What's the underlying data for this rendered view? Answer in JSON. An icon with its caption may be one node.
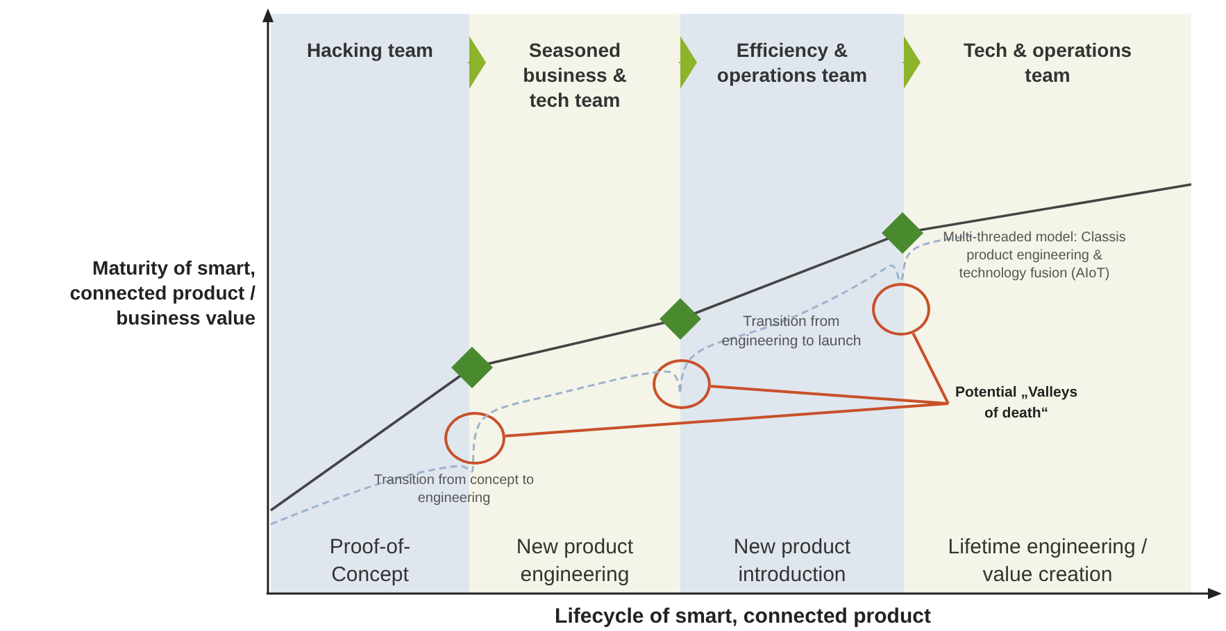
{
  "diagram": {
    "nodes": [
      {
        "text": [
          "Hacking team",
          "Proof-of-Concept"
        ]
      },
      {
        "text": [
          "Seasoned business & tech team",
          "New product engineering"
        ]
      },
      {
        "text": [
          "Efficiency & operations team",
          "New product introduction"
        ]
      },
      {
        "text": [
          "Tech & operations team",
          "Lifetime engineering / value creation"
        ]
      },
      {
        "text": [
          "Potential „Valleys of death“"
        ],
        "in": 3
      },
      {
        "text": [],
        "shape": "circle"
      },
      {
        "text": [],
        "shape": "circle"
      },
      {
        "text": [],
        "shape": "circle"
      }
    ],
    "edges": [
      {
        "from": 0,
        "to": 1,
        "arrow": "to",
        "color": "#8db32b"
      },
      {
        "from": 1,
        "to": 2,
        "arrow": "to",
        "color": "#8db32b"
      },
      {
        "from": 2,
        "to": 3,
        "arrow": "to",
        "color": "#8db32b"
      },
      {
        "from": 4,
        "to": 5,
        "arrow": "none",
        "color": "#c8502a"
      },
      {
        "from": 4,
        "to": 6,
        "arrow": "none",
        "color": "#c8502a"
      },
      {
        "from": 4,
        "to": 7,
        "arrow": "none",
        "color": "#c8502a"
      }
    ],
    "labels": [
      "Multi-threaded model: Classis product engineering & technology fusion (AIoT)",
      "Transition from engineering to launch",
      "Maturity of smart, connected product / business value",
      "Transition from concept to engineering",
      "Lifecycle of smart, connected product"
    ]
  }
}
